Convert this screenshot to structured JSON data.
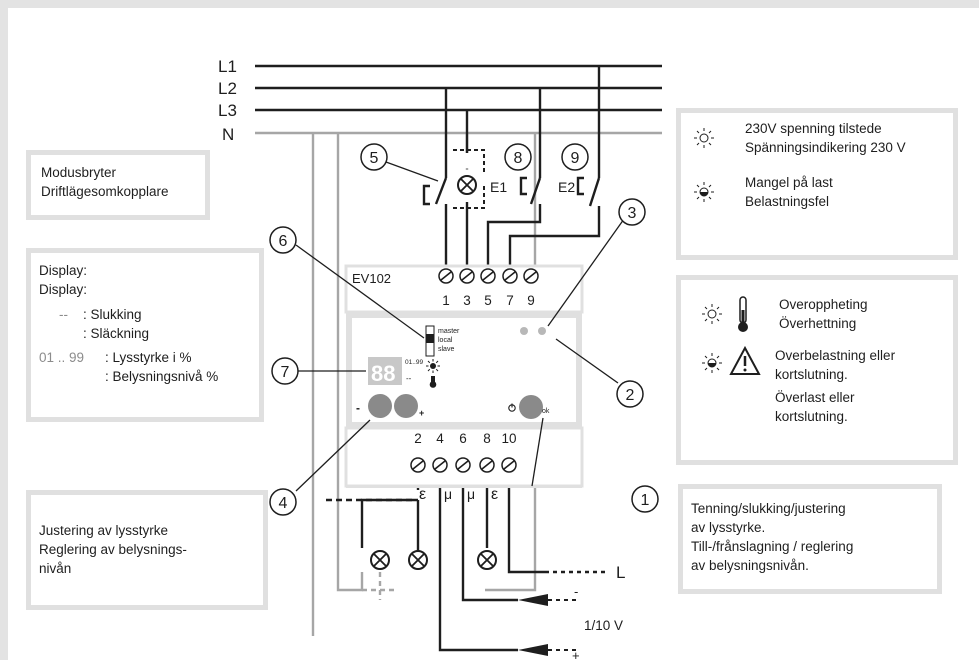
{
  "bus": {
    "l1": "L1",
    "l2": "L2",
    "l3": "L3",
    "n": "N"
  },
  "device": {
    "model": "EV102",
    "top_terminals": [
      "1",
      "3",
      "5",
      "7",
      "9"
    ],
    "bottom_terminals": [
      "2",
      "4",
      "6",
      "8",
      "10"
    ],
    "switch_options": [
      "master",
      "local",
      "slave"
    ],
    "display_digits": "88",
    "range_label": "01..99",
    "off_label": "--",
    "minus_label": "-",
    "plus_label": "+",
    "ok_label": "ok"
  },
  "callouts": [
    "1",
    "2",
    "3",
    "4",
    "5",
    "6",
    "7",
    "8",
    "9"
  ],
  "load_labels": {
    "e1": "E1",
    "e2": "E2"
  },
  "bottom_symbols": [
    "ε",
    "μ",
    "μ",
    "ε"
  ],
  "output_line_label": "L",
  "control_voltage": {
    "minus": "-",
    "label": "1/10 V",
    "plus": "+"
  },
  "mode_box": {
    "line1": "Modusbryter",
    "line2": "Driftlägesomkopplare"
  },
  "display_box": {
    "title1": "Display:",
    "title2": "Display:",
    "off_code": "--",
    "off_text1": ": Slukking",
    "off_text2": ": Släckning",
    "range_code": "01 .. 99",
    "range_text1": ": Lysstyrke i %",
    "range_text2": ": Belysningsnivå %"
  },
  "dim_box": {
    "line1": "Justering av lysstyrke",
    "line2": "Reglering av belysnings-",
    "line3": "nivån"
  },
  "voltage_box": {
    "line1": "230V spenning tilstede",
    "line2": "Spänningsindikering 230 V",
    "line3": "Mangel på last",
    "line4": "Belastningsfel"
  },
  "fault_box": {
    "line1": "Overoppheting",
    "line2": "Överhettning",
    "line3": "Overbelastning eller",
    "line4": "kortslutning.",
    "line5": "Överlast eller",
    "line6": "kortslutning."
  },
  "onoff_box": {
    "line1": "Tenning/slukking/justering",
    "line2": "av lysstyrke.",
    "line3": "Till-/frånslagning / reglering",
    "line4": "av belysningsnivån."
  },
  "colors": {
    "wire": "#1e1e1e",
    "neutral": "#a6a6a6",
    "panel": "#e0e0e0",
    "led": "#b8b8b8",
    "button": "#8a8a8a"
  }
}
